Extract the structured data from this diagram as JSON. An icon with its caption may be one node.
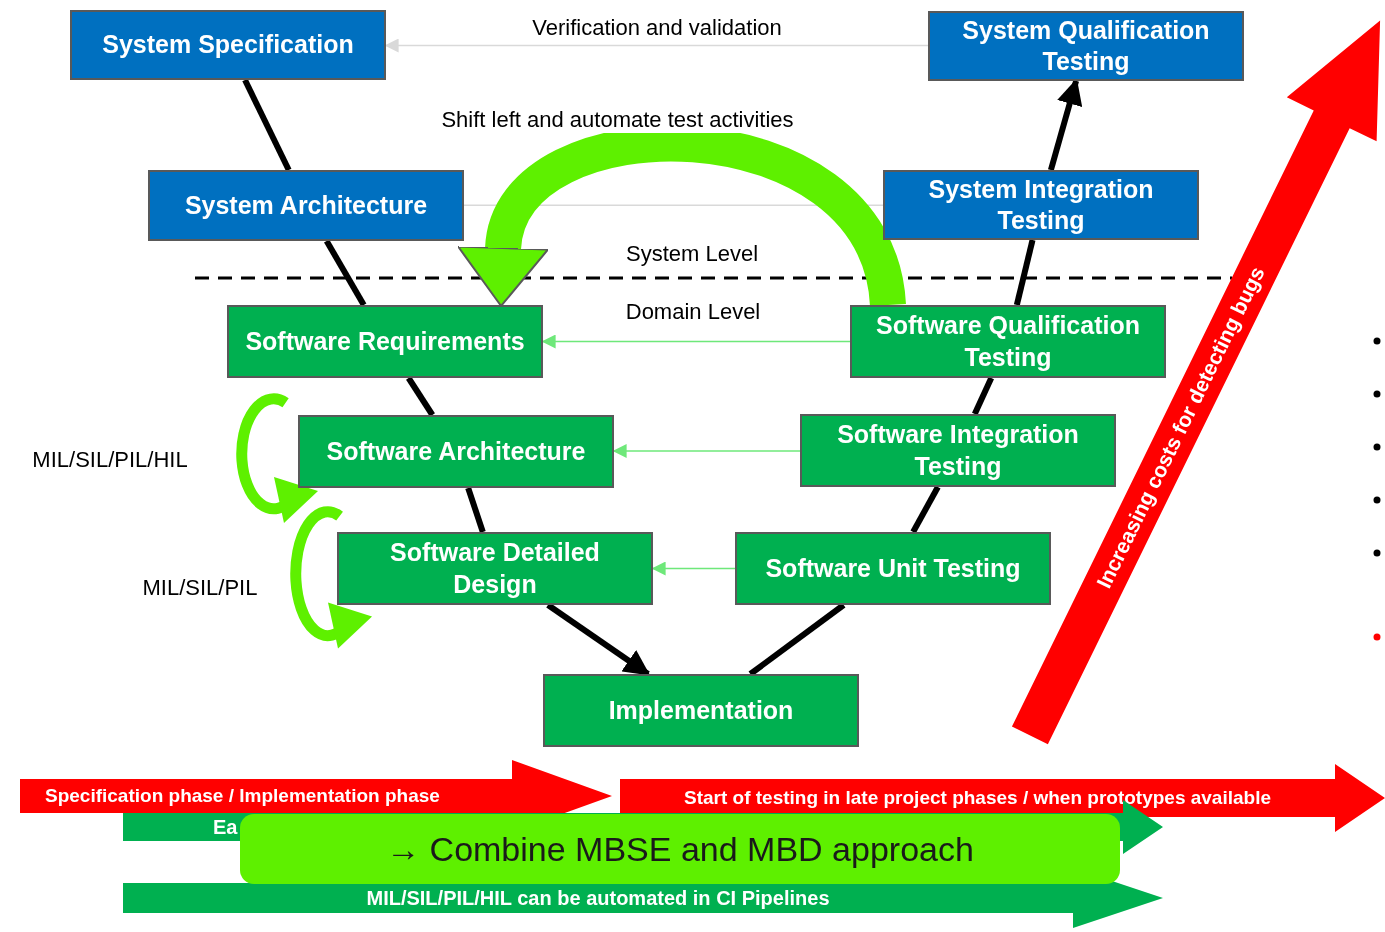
{
  "diagram": {
    "nodes": [
      {
        "text": [
          "System Specification"
        ]
      },
      {
        "text": [
          "System Qualification Testing"
        ]
      },
      {
        "text": [
          "System Architecture"
        ]
      },
      {
        "text": [
          "System Integration Testing"
        ]
      },
      {
        "text": [
          "Software Requirements"
        ]
      },
      {
        "text": [
          "Software Qualification Testing"
        ]
      },
      {
        "text": [
          "Software Architecture"
        ]
      },
      {
        "text": [
          "Software Integration Testing"
        ]
      },
      {
        "text": [
          "Software Detailed Design"
        ]
      },
      {
        "text": [
          "Software Unit Testing"
        ]
      },
      {
        "text": [
          "Implementation"
        ]
      },
      {
        "text": [
          "Increasing costs for detecting bugs"
        ]
      },
      {
        "text": [
          "Specification phase / Implementation phase"
        ]
      },
      {
        "text": [
          "Start of testing in late project phases / when prototypes available"
        ]
      },
      {
        "text": [
          "Ea"
        ]
      },
      {
        "text": [
          "MIL/SIL/PIL/HIL can be automated in CI Pipelines"
        ]
      },
      {
        "text": [
          "→ Combine MBSE and MBD approach"
        ]
      }
    ],
    "edges": [
      {
        "from": 0,
        "to": 2,
        "arrow": "none"
      },
      {
        "from": 2,
        "to": 4,
        "arrow": "none"
      },
      {
        "from": 4,
        "to": 6,
        "arrow": "none"
      },
      {
        "from": 6,
        "to": 8,
        "arrow": "none"
      },
      {
        "from": 8,
        "to": 10,
        "arrow": "to"
      },
      {
        "from": 10,
        "to": 9,
        "arrow": "none"
      },
      {
        "from": 9,
        "to": 7,
        "arrow": "none"
      },
      {
        "from": 7,
        "to": 5,
        "arrow": "none"
      },
      {
        "from": 5,
        "to": 3,
        "arrow": "none"
      },
      {
        "from": 3,
        "to": 1,
        "arrow": "to"
      },
      {
        "from": 1,
        "to": 0,
        "arrow": "to",
        "label": "Verification and validation",
        "color": "#d9d9d9"
      },
      {
        "from": 3,
        "to": 2,
        "arrow": "none",
        "color": "#d9d9d9"
      },
      {
        "from": 5,
        "to": 4,
        "arrow": "to",
        "color": "#6ee87a"
      },
      {
        "from": 7,
        "to": 6,
        "arrow": "to",
        "color": "#6ee87a"
      },
      {
        "from": 9,
        "to": 8,
        "arrow": "to",
        "color": "#6ee87a"
      },
      {
        "from": 5,
        "to": 4,
        "arrow": "to",
        "label": "Shift left and automate test activities",
        "style": "thick",
        "color": "#5ef000"
      }
    ],
    "labels": [
      "System Level",
      "Domain Level",
      "MIL/SIL/PIL/HIL",
      "MIL/SIL/PIL"
    ]
  }
}
